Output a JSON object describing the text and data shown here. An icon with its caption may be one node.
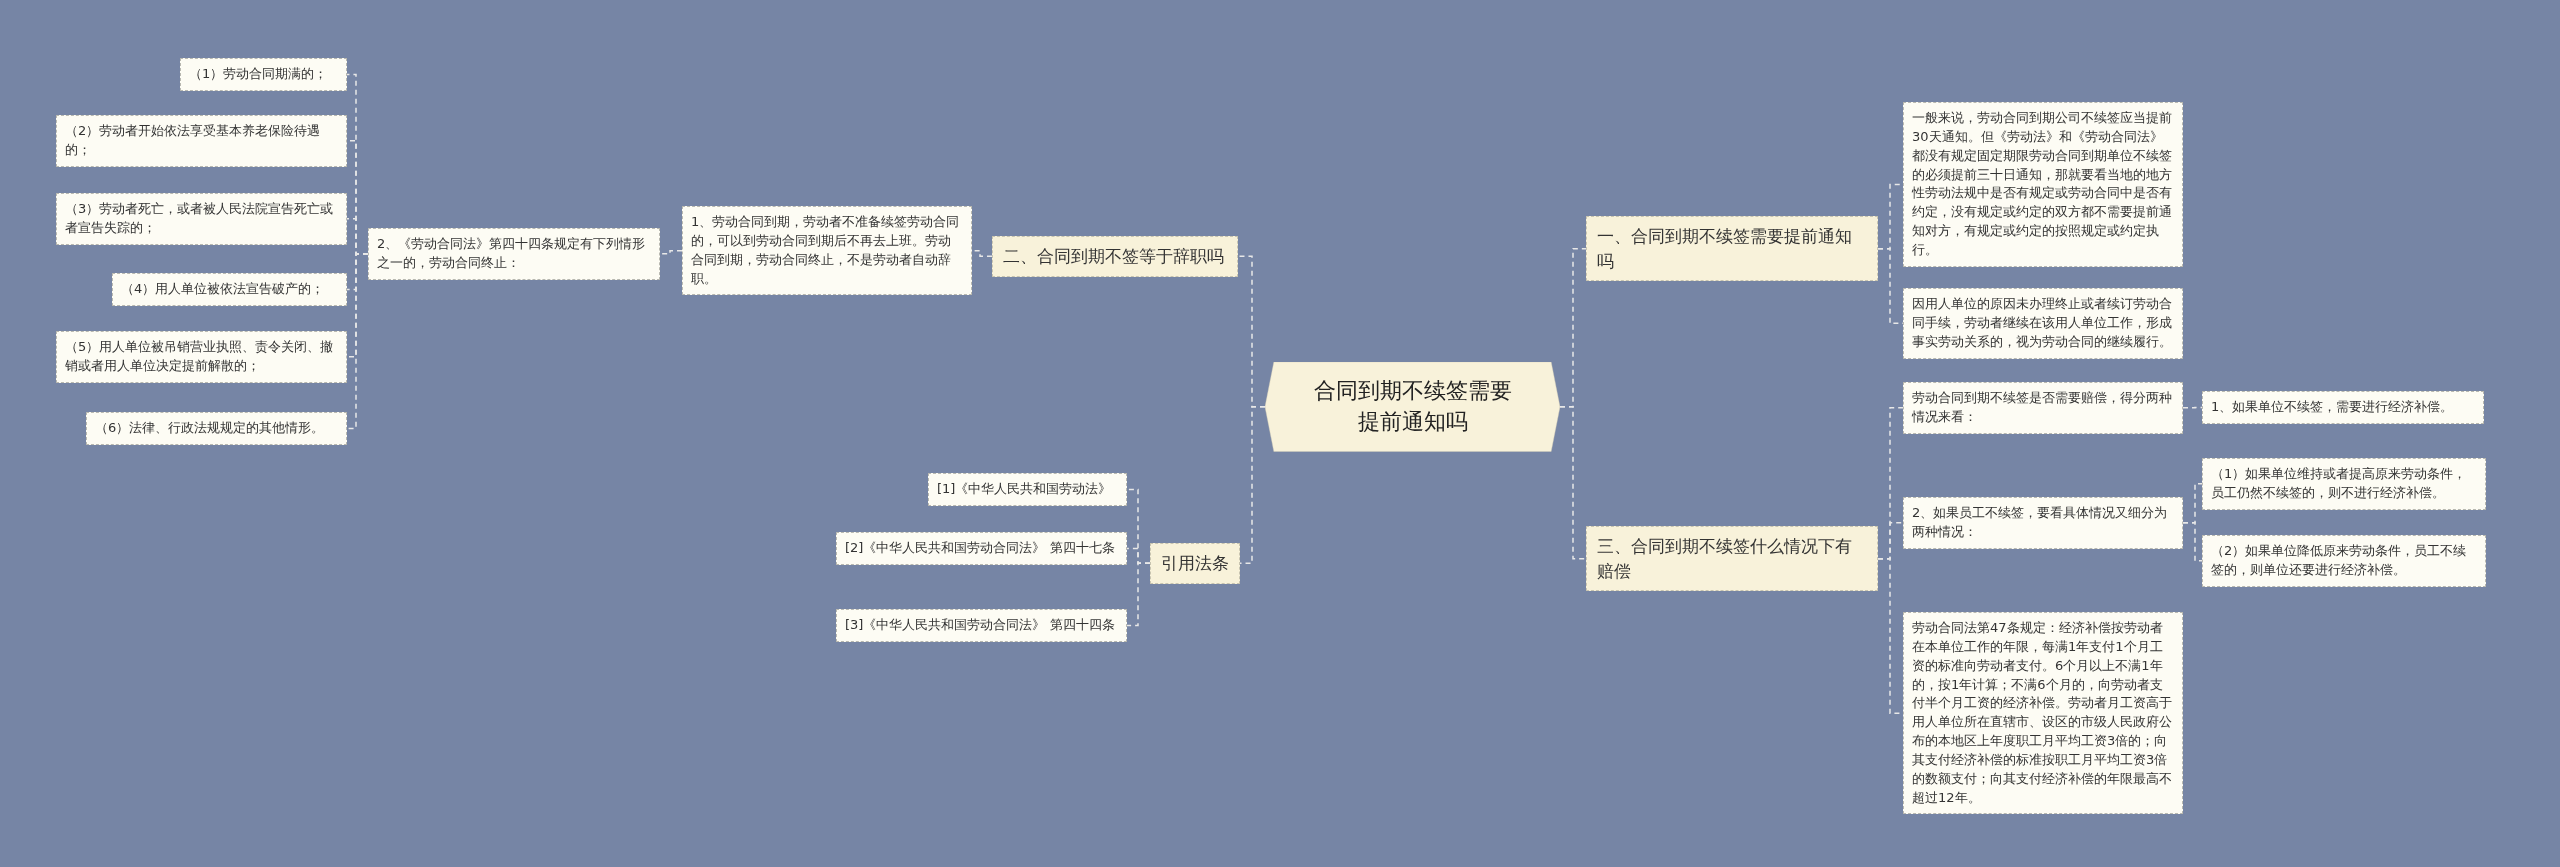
{
  "diagram": {
    "nodes": [
      {
        "text": [
          "合同到期不续签需要提前通知吗"
        ]
      },
      {
        "text": [
          "一、合同到期不续签需要提前通知吗"
        ]
      },
      {
        "text": [
          "一般来说，劳动合同到期公司不续签应当提前30天通知。但《劳动法》和《劳动合同法》都没有规定固定期限劳动合同到期单位不续签的必须提前三十日通知，那就要看当地的地方性劳动法规中是否有规定或劳动合同中是否有约定，没有规定或约定的双方都不需要提前通知对方，有规定或约定的按照规定或约定执行。"
        ]
      },
      {
        "text": [
          "因用人单位的原因未办理终止或者续订劳动合同手续，劳动者继续在该用人单位工作，形成事实劳动关系的，视为劳动合同的继续履行。"
        ]
      },
      {
        "text": [
          "三、合同到期不续签什么情况下有赔偿"
        ]
      },
      {
        "text": [
          "劳动合同到期不续签是否需要赔偿，得分两种情况来看："
        ]
      },
      {
        "text": [
          "1、如果单位不续签，需要进行经济补偿。"
        ]
      },
      {
        "text": [
          "2、如果员工不续签，要看具体情况又细分为两种情况："
        ]
      },
      {
        "text": [
          "（1）如果单位维持或者提高原来劳动条件，员工仍然不续签的，则不进行经济补偿。"
        ]
      },
      {
        "text": [
          "（2）如果单位降低原来劳动条件，员工不续签的，则单位还要进行经济补偿。"
        ]
      },
      {
        "text": [
          "劳动合同法第47条规定：经济补偿按劳动者在本单位工作的年限，每满1年支付1个月工资的标准向劳动者支付。6个月以上不满1年的，按1年计算；不满6个月的，向劳动者支付半个月工资的经济补偿。劳动者月工资高于用人单位所在直辖市、设区的市级人民政府公布的本地区上年度职工月平均工资3倍的；向其支付经济补偿的标准按职工月平均工资3倍的数额支付；向其支付经济补偿的年限最高不超过12年。"
        ]
      },
      {
        "text": [
          "二、合同到期不签等于辞职吗"
        ]
      },
      {
        "text": [
          "1、劳动合同到期，劳动者不准备续签劳动合同的，可以到劳动合同到期后不再去上班。劳动合同到期，劳动合同终止，不是劳动者自动辞职。"
        ]
      },
      {
        "text": [
          "2、《劳动合同法》第四十四条规定有下列情形之一的，劳动合同终止："
        ]
      },
      {
        "text": [
          "（1）劳动合同期满的；"
        ]
      },
      {
        "text": [
          "（2）劳动者开始依法享受基本养老保险待遇的；"
        ]
      },
      {
        "text": [
          "（3）劳动者死亡，或者被人民法院宣告死亡或者宣告失踪的；"
        ]
      },
      {
        "text": [
          "（4）用人单位被依法宣告破产的；"
        ]
      },
      {
        "text": [
          "（5）用人单位被吊销营业执照、责令关闭、撤销或者用人单位决定提前解散的；"
        ]
      },
      {
        "text": [
          "（6）法律、行政法规规定的其他情形。"
        ]
      },
      {
        "text": [
          "引用法条"
        ]
      },
      {
        "text": [
          "[1]《中华人民共和国劳动法》"
        ]
      },
      {
        "text": [
          "[2]《中华人民共和国劳动合同法》 第四十七条"
        ]
      },
      {
        "text": [
          "[3]《中华人民共和国劳动合同法》 第四十四条"
        ]
      }
    ],
    "edges": [
      {
        "from": 0,
        "to": 1,
        "arrow": "none"
      },
      {
        "from": 1,
        "to": 2,
        "arrow": "none"
      },
      {
        "from": 1,
        "to": 3,
        "arrow": "none"
      },
      {
        "from": 0,
        "to": 4,
        "arrow": "none"
      },
      {
        "from": 4,
        "to": 5,
        "arrow": "none"
      },
      {
        "from": 5,
        "to": 6,
        "arrow": "none"
      },
      {
        "from": 4,
        "to": 7,
        "arrow": "none"
      },
      {
        "from": 7,
        "to": 8,
        "arrow": "none"
      },
      {
        "from": 7,
        "to": 9,
        "arrow": "none"
      },
      {
        "from": 4,
        "to": 10,
        "arrow": "none"
      },
      {
        "from": 0,
        "to": 11,
        "arrow": "none"
      },
      {
        "from": 11,
        "to": 12,
        "arrow": "none"
      },
      {
        "from": 12,
        "to": 13,
        "arrow": "none"
      },
      {
        "from": 13,
        "to": 14,
        "arrow": "none"
      },
      {
        "from": 13,
        "to": 15,
        "arrow": "none"
      },
      {
        "from": 13,
        "to": 16,
        "arrow": "none"
      },
      {
        "from": 13,
        "to": 17,
        "arrow": "none"
      },
      {
        "from": 13,
        "to": 18,
        "arrow": "none"
      },
      {
        "from": 13,
        "to": 19,
        "arrow": "none"
      },
      {
        "from": 0,
        "to": 20,
        "arrow": "none"
      },
      {
        "from": 20,
        "to": 21,
        "arrow": "none"
      },
      {
        "from": 20,
        "to": 22,
        "arrow": "none"
      },
      {
        "from": 20,
        "to": 23,
        "arrow": "none"
      }
    ]
  }
}
